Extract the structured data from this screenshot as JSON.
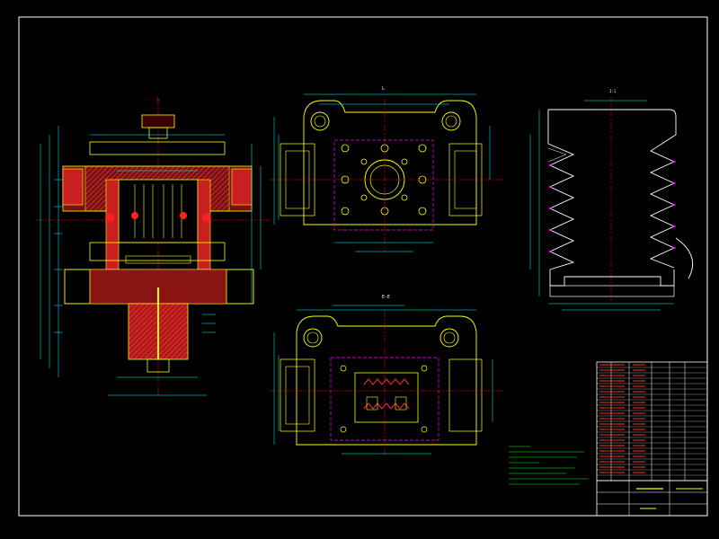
{
  "colors": {
    "background": "#000000",
    "frame": "#ffffff",
    "outline": "#ffff00",
    "dimension": "#00ffff",
    "centerline": "#ff0000",
    "hatch": "#ff3b3b",
    "construction": "#ff00ff",
    "mold_body": "#c82020",
    "text_label": "#00ff00"
  },
  "views": {
    "section_label": "A",
    "top_label": "L",
    "bottom_label": "E-E",
    "right_label": "I:1"
  },
  "title_block": {
    "drawing_name": "",
    "scale": "",
    "sheet": ""
  },
  "notes": {
    "heading": "",
    "lines": []
  }
}
